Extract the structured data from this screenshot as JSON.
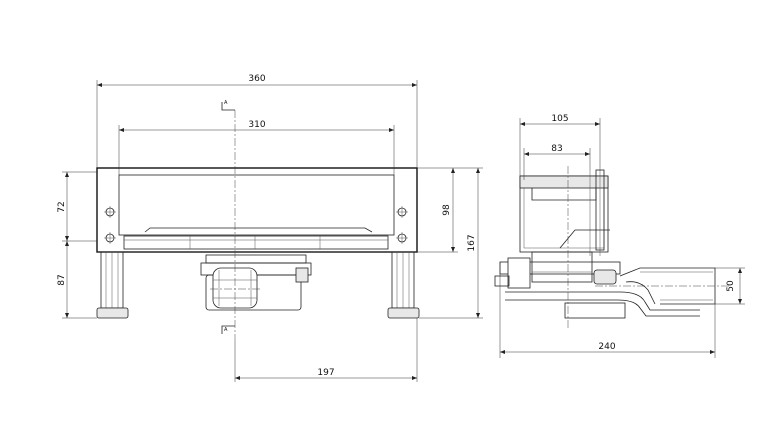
{
  "front_view": {
    "dim_width_total": "360",
    "dim_width_inner": "310",
    "dim_height_upper": "72",
    "dim_height_lower": "87",
    "dim_height_mid": "98",
    "dim_height_total": "167",
    "dim_offset": "197",
    "section_mark_top": "A",
    "section_mark_bottom": "A"
  },
  "side_view": {
    "dim_top_outer": "105",
    "dim_top_inner": "83",
    "dim_length": "240",
    "dim_pipe": "50"
  }
}
